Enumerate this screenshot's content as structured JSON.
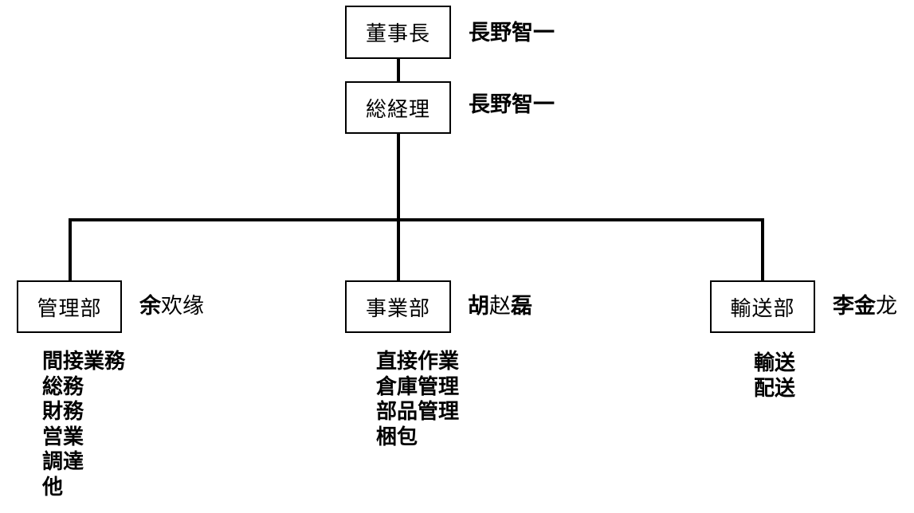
{
  "chairman": {
    "title": "董事長",
    "person": {
      "bold": "長野智一",
      "regular": ""
    }
  },
  "president": {
    "title": "総経理",
    "person": {
      "bold": "長野智一",
      "regular": ""
    }
  },
  "departments": [
    {
      "title": "管理部",
      "person": {
        "bold": "余",
        "regular": "欢缘"
      },
      "duties": [
        "間接業務",
        "総務",
        "財務",
        "営業",
        "調達",
        "他"
      ]
    },
    {
      "title": "事業部",
      "person": {
        "bold": "胡",
        "regular": "赵",
        "bold2": "磊"
      },
      "duties": [
        "直接作業",
        "倉庫管理",
        "部品管理",
        "梱包"
      ]
    },
    {
      "title": "輸送部",
      "person": {
        "bold": "李金",
        "regular": "龙"
      },
      "duties": [
        "輸送",
        "配送"
      ]
    }
  ]
}
